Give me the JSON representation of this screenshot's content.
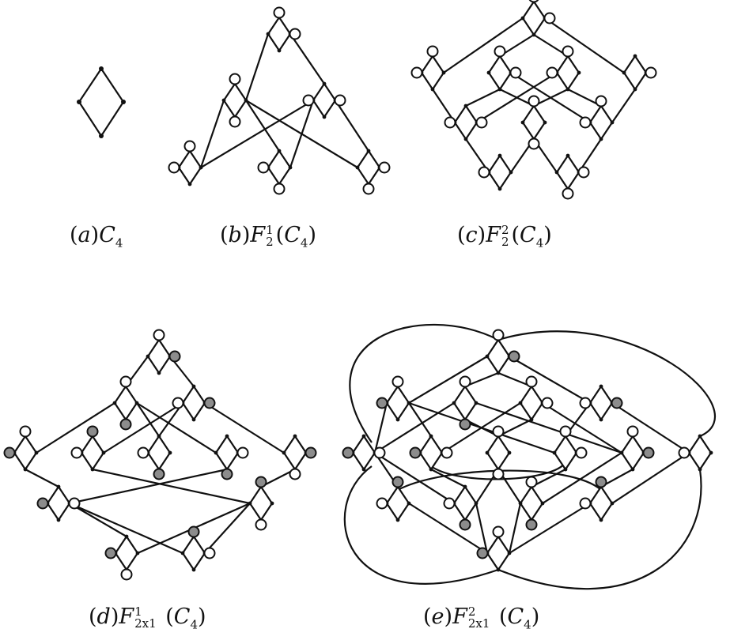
{
  "captions": [
    {
      "id": "a",
      "letter": "a",
      "main": "C",
      "sub": "4",
      "sup": "",
      "lsub": "",
      "arg": ""
    },
    {
      "id": "b",
      "letter": "b",
      "main": "F",
      "sup": "1",
      "lsub": "2",
      "arg": "4"
    },
    {
      "id": "c",
      "letter": "c",
      "main": "F",
      "sup": "2",
      "lsub": "2",
      "arg": "4"
    },
    {
      "id": "d",
      "letter": "d",
      "main": "F",
      "sup": "1",
      "lsub": "2x1",
      "arg": "4"
    },
    {
      "id": "e",
      "letter": "e",
      "main": "F",
      "sup": "2",
      "lsub": "2x1",
      "arg": "4"
    }
  ],
  "colors": {
    "line": "#111111",
    "gray_node": "#8c8c8c",
    "white_node": "#ffffff"
  }
}
